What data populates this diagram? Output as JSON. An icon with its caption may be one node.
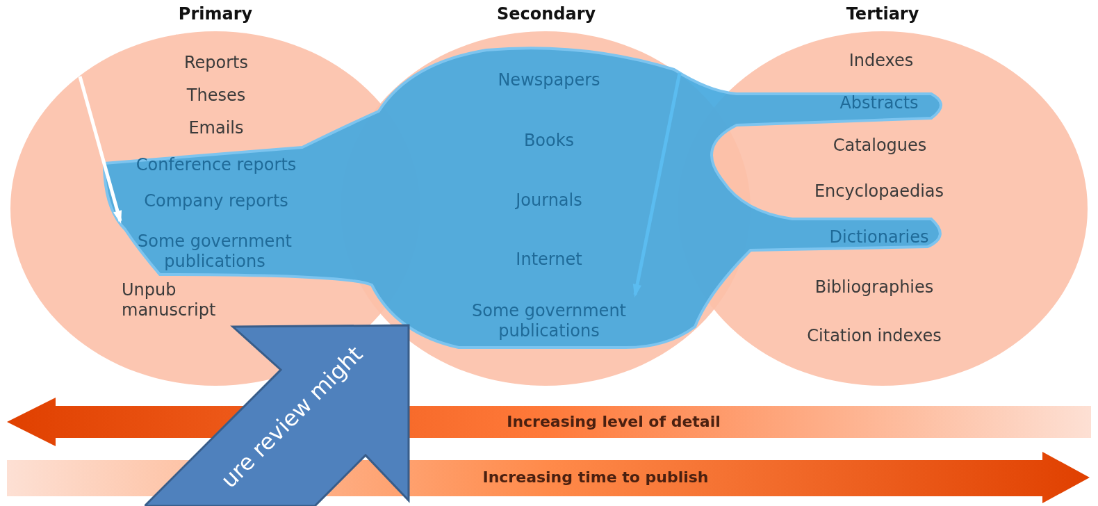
{
  "diagram": {
    "nodes": [
      {
        "text": [
          "Primary",
          "Reports",
          "Theses",
          "Emails",
          "Conference reports",
          "Company reports",
          "Some government publications",
          "Unpub manuscript"
        ]
      },
      {
        "text": [
          "Secondary",
          "Newspapers",
          "Books",
          "Journals",
          "Internet",
          "Some government publications"
        ]
      },
      {
        "text": [
          "Tertiary",
          "Indexes",
          "Abstracts",
          "Catalogues",
          "Encyclopaedias",
          "Dictionaries",
          "Bibliographies",
          "Citation indexes"
        ]
      },
      {
        "text": [
          "Increasing level of detail"
        ]
      },
      {
        "text": [
          "Increasing time to publish"
        ]
      },
      {
        "text": [
          "ure review might"
        ]
      }
    ],
    "edges": []
  }
}
